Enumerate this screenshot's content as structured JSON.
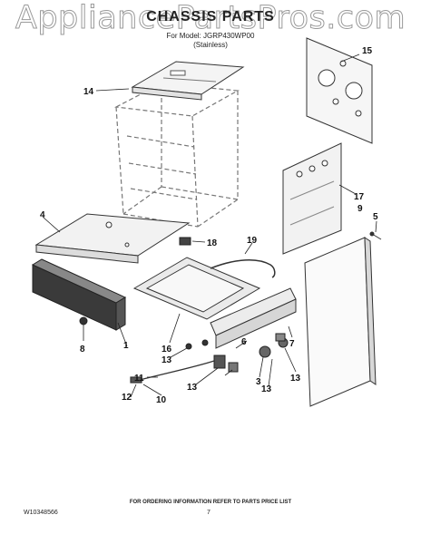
{
  "watermark": "AppliancePartsPros.com",
  "header": {
    "title": "CHASSIS PARTS",
    "model_line": "For Model: JGRP430WP00",
    "variant": "(Stainless)"
  },
  "callouts": [
    "15",
    "14",
    "17",
    "9",
    "5",
    "4",
    "18",
    "19",
    "7",
    "1",
    "16",
    "13",
    "8",
    "6",
    "3",
    "11",
    "12",
    "10",
    "13",
    "13",
    "13"
  ],
  "footer": {
    "note": "FOR ORDERING INFORMATION REFER TO PARTS PRICE LIST",
    "doc_id": "W10348566",
    "page": "7"
  }
}
